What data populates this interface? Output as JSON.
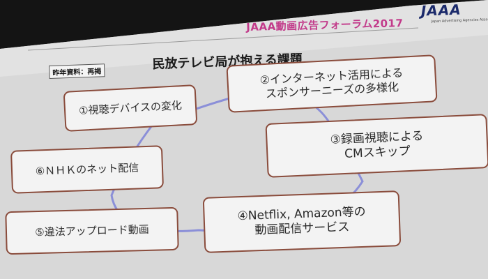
{
  "header": {
    "title": "JAAA動画広告フォーラム2017",
    "logo_text": "JAAA",
    "logo_subtext": "Japan Advertising Agencies Association"
  },
  "slide": {
    "title": "民放テレビ局が抱える課題",
    "tag": "昨年資料：再掲",
    "items": [
      {
        "lines": [
          "①視聴デバイスの変化"
        ]
      },
      {
        "lines": [
          "②インターネット活用による",
          "スポンサーニーズの多様化"
        ]
      },
      {
        "lines": [
          "③録画視聴による",
          "CMスキップ"
        ]
      },
      {
        "lines": [
          "⑥ＮＨＫのネット配信"
        ]
      },
      {
        "lines": [
          "④Netflix, Amazon等の",
          "動画配信サービス"
        ]
      },
      {
        "lines": [
          "⑤違法アップロード動画"
        ]
      }
    ]
  },
  "colors": {
    "frame_border": "#8a4c3c",
    "header_accent": "#c23a8a",
    "cycle_line": "#8b8fd8",
    "logo": "#1b2a6b"
  }
}
